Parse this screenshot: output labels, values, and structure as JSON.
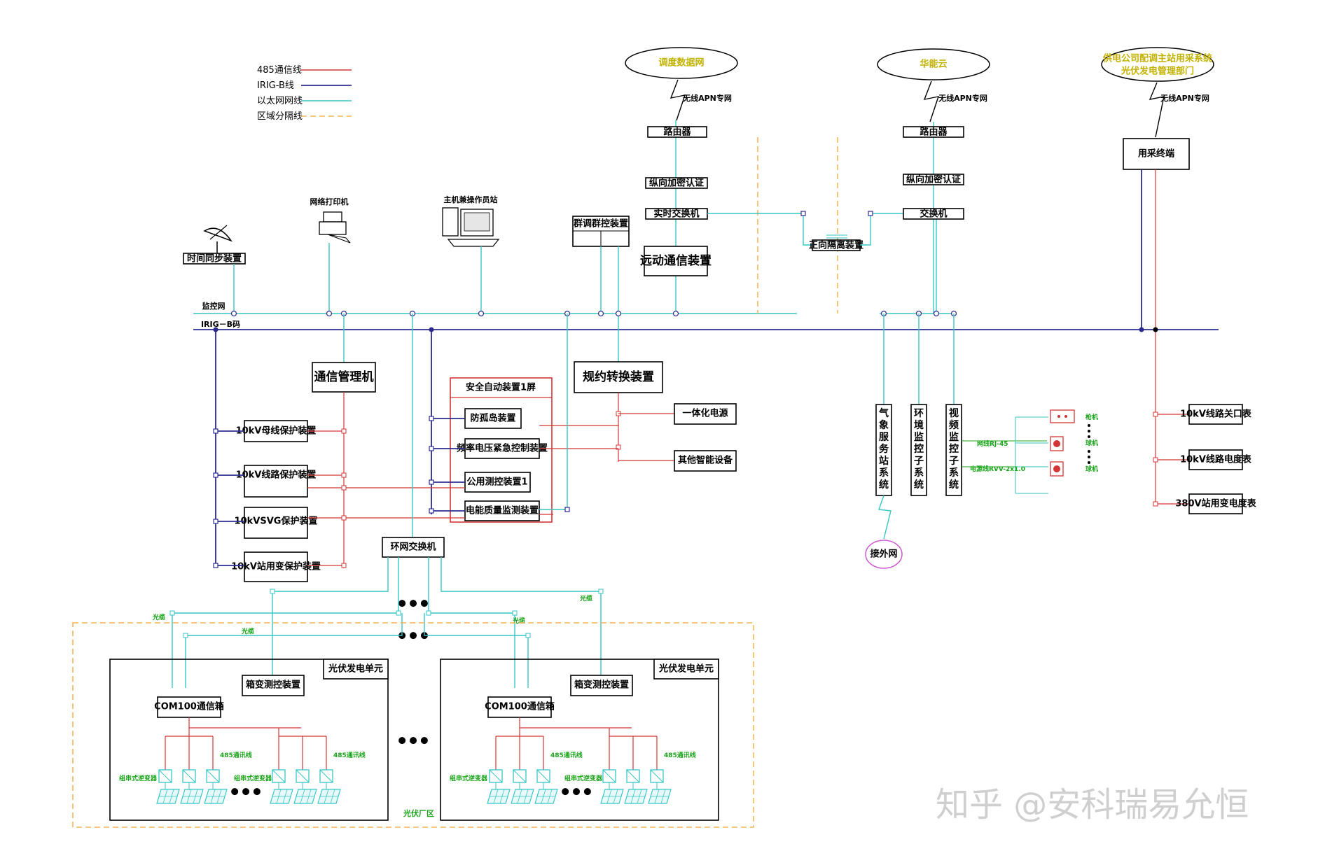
{
  "legend": [
    {
      "label": "485通信线",
      "color": "#d43535"
    },
    {
      "label": "IRIG-B线",
      "color": "#2b2b8f"
    },
    {
      "label": "以太网网线",
      "color": "#35c6c6"
    },
    {
      "label": "区域分隔线",
      "color": "#f3b55a"
    }
  ],
  "clouds": {
    "dispatch": "调度数据网",
    "huaneng": "华能云",
    "power_co_l1": "供电公司配调主站用采系统",
    "power_co_l2": "光伏发电管理部门",
    "external": "接外网"
  },
  "wireless_apn": "无线APN专网",
  "devices": {
    "router": "路由器",
    "vertical_encrypt": "纵向加密认证",
    "realtime_switch": "实时交换机",
    "switch": "交换机",
    "remote_comm": "远动通信装置",
    "forward_isolation": "正向隔离装置",
    "metering_terminal": "用采终端",
    "time_sync": "时间同步装置",
    "network_printer": "网络打印机",
    "main_station": "主机兼操作员站",
    "group_control": "群调群控装置",
    "comm_manager": "通信管理机",
    "protocol_converter": "规约转换装置",
    "integrated_power": "一体化电源",
    "other_smart": "其他智能设备",
    "safety_panel": "安全自动装置1屏",
    "anti_island": "防孤岛装置",
    "freq_volt": "频率电压紧急控制装置",
    "public_measure": "公用测控装置1",
    "power_quality": "电能质量监测装置",
    "bus_protect": "10kV母线保护装置",
    "line_protect": "10kV线路保护装置",
    "svg_protect": "10kVSVG保护装置",
    "station_transformer_protect": "10kV站用变保护装置",
    "ring_switch": "环网交换机",
    "weather": "气象服务站系统",
    "environment": "环境监控子系统",
    "video": "视频监控子系统",
    "gateway_meter": "10kV线路关口表",
    "line_meter": "10kV线路电度表",
    "station_meter": "380V站用变电度表"
  },
  "labels": {
    "monitor_net": "监控网",
    "irig_b": "IRIG－B码",
    "fiber": "光缆",
    "pv_unit": "光伏发电单元",
    "box_measure": "箱变测控装置",
    "com100": "COM100通信箱",
    "rs485": "485通讯线",
    "string_inverter": "组串式逆变器",
    "pv_area": "光伏厂区",
    "ellipsis": "● ● ●",
    "gun": "枪机",
    "dome": "球机",
    "net_cable": "网线RJ-45",
    "power_cable": "电源线RVV-2x1.0"
  },
  "watermark": "知乎 @安科瑞易允恒"
}
